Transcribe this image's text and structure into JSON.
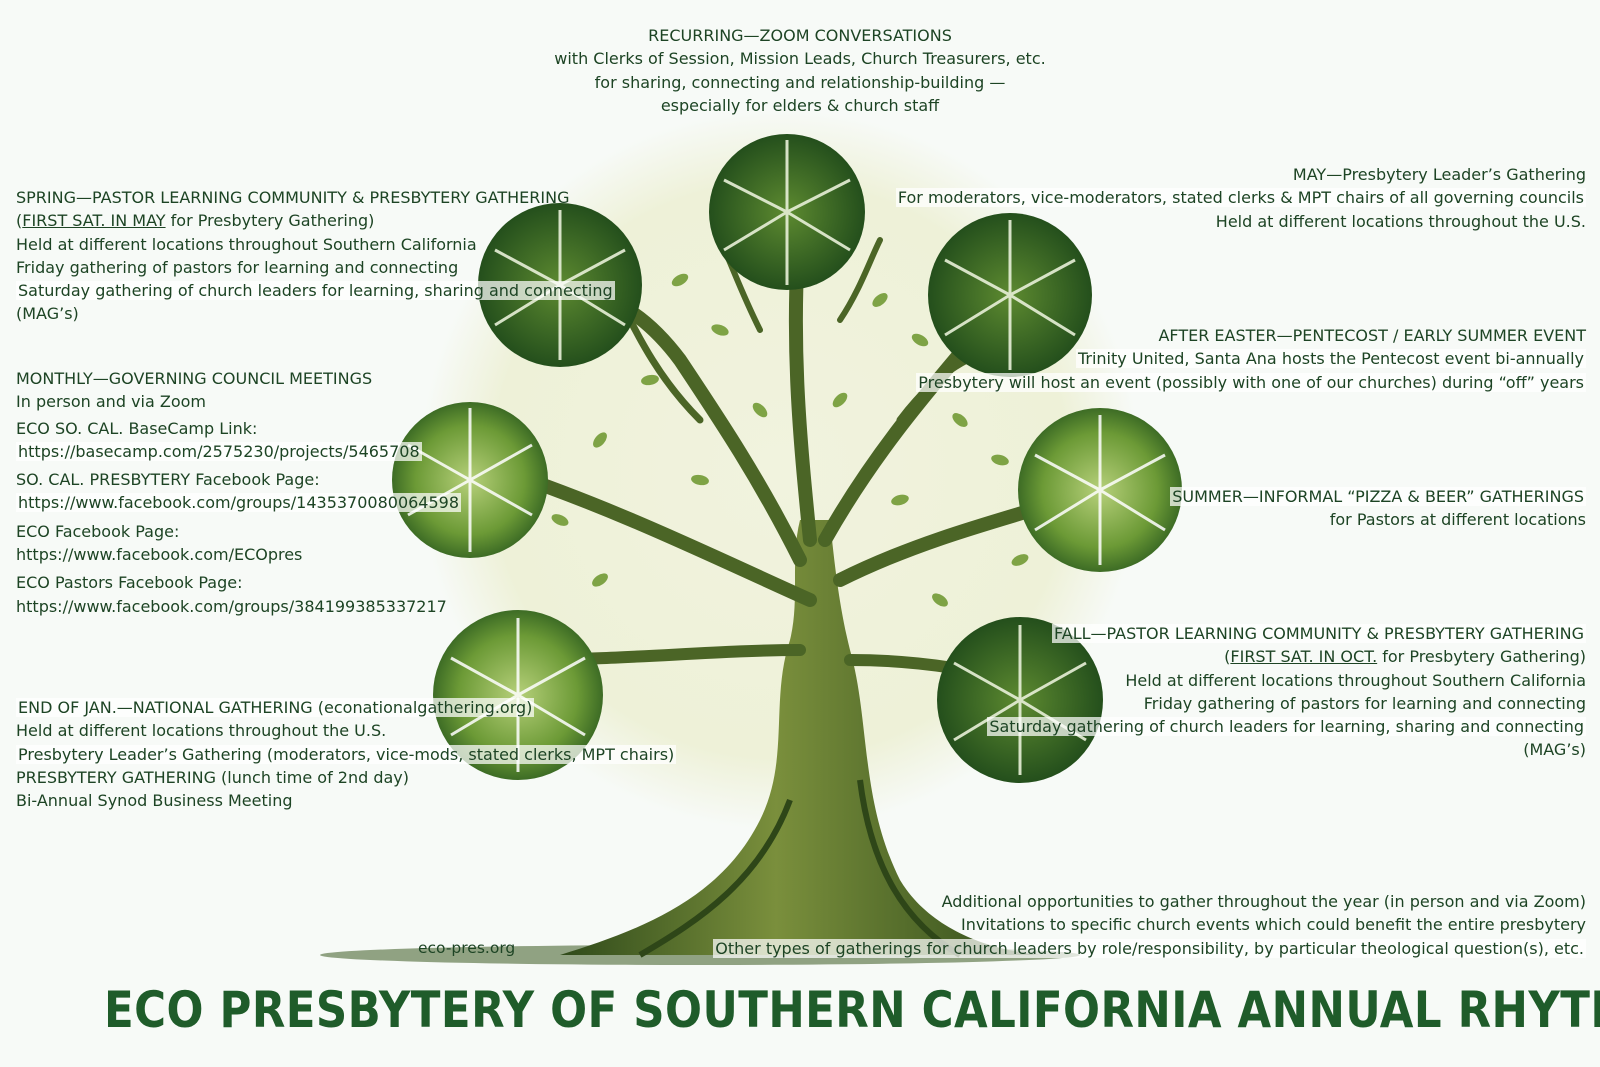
{
  "recurring": {
    "heading": "RECURRING—ZOOM CONVERSATIONS",
    "line1": "with Clerks of Session, Mission Leads, Church Treasurers, etc.",
    "line2": "for sharing, connecting and relationship-building —",
    "line3": "especially for elders & church staff"
  },
  "spring": {
    "heading": "SPRING—PASTOR LEARNING COMMUNITY & PRESBYTERY GATHERING",
    "paren_open": "(",
    "date_underlined": "FIRST SAT. IN MAY",
    "date_rest": " for Presbytery Gathering)",
    "line3": "Held at different locations throughout Southern California",
    "line4": "Friday gathering of pastors for learning and connecting",
    "line5": "Saturday gathering of church leaders for learning, sharing and connecting",
    "line6": "(MAG’s)"
  },
  "monthly": {
    "heading": "MONTHLY—GOVERNING COUNCIL MEETINGS",
    "line2": "In person and via Zoom",
    "basecamp_label": "ECO SO. CAL. BaseCamp Link:",
    "basecamp_url": "https://basecamp.com/2575230/projects/5465708",
    "facebook_label": "SO. CAL. PRESBYTERY Facebook Page:",
    "facebook_url": "https://www.facebook.com/groups/1435370080064598",
    "eco_fb_label": "ECO Facebook Page:",
    "eco_fb_url": "https://www.facebook.com/ECOpres",
    "pastors_fb_label": "ECO Pastors Facebook Page:",
    "pastors_fb_url": "https://www.facebook.com/groups/384199385337217"
  },
  "endjan": {
    "heading": "END OF JAN.—NATIONAL GATHERING (econationalgathering.org)",
    "line2": "Held at different locations throughout the U.S.",
    "line3": "Presbytery Leader’s Gathering (moderators, vice-mods, stated clerks, MPT chairs)",
    "line4": "PRESBYTERY GATHERING (lunch time of 2nd day)",
    "line5": "Bi-Annual Synod Business Meeting"
  },
  "may": {
    "heading": "MAY—Presbytery Leader’s Gathering",
    "line2": "For moderators, vice-moderators, stated clerks & MPT chairs of all governing councils",
    "line3": "Held at different locations throughout the U.S."
  },
  "easter": {
    "heading": "AFTER EASTER—PENTECOST / EARLY SUMMER EVENT",
    "line2": "Trinity United, Santa Ana hosts the Pentecost event bi-annually",
    "line3": "Presbytery will host an event (possibly with one of our churches) during “off” years"
  },
  "summer": {
    "heading": "SUMMER—INFORMAL “PIZZA & BEER” GATHERINGS",
    "line2": "for Pastors at different locations"
  },
  "fall": {
    "heading": "FALL—PASTOR LEARNING COMMUNITY & PRESBYTERY GATHERING",
    "paren_open": "(",
    "date_underlined": "FIRST SAT. IN OCT.",
    "date_rest": " for Presbytery Gathering)",
    "line3": "Held at different locations throughout Southern California",
    "line4": "Friday gathering of pastors for learning and connecting",
    "line5": "Saturday gathering of church leaders for learning, sharing and connecting",
    "line6": "(MAG’s)"
  },
  "additional": {
    "line1": "Additional opportunities to gather throughout the year (in person and via Zoom)",
    "line2": "Invitations to specific church events which could benefit the entire presbytery",
    "line3": "Other types of gatherings for church leaders by role/responsibility, by particular theological question(s), etc."
  },
  "site": "eco-pres.org",
  "title": "ECO PRESBYTERY OF SOUTHERN CALIFORNIA ANNUAL RHYTHM",
  "colors": {
    "text": "#1d4424",
    "title": "#1f5c2a",
    "canopy_dark": "#2e5e22",
    "canopy_light": "#6f9a3a",
    "trunk": "#4f6a2a",
    "halo": "#eef2dc"
  }
}
